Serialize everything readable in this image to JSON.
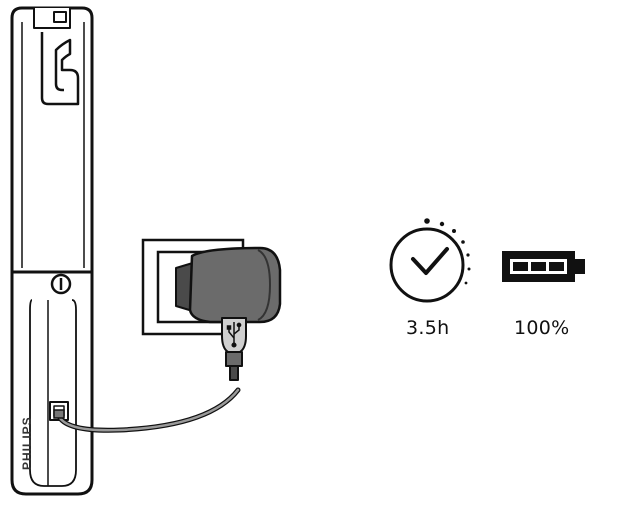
{
  "brand": {
    "text": "PHILIPS"
  },
  "charge_info": {
    "time_label": "3.5h",
    "level_label": "100%",
    "level_fraction": 1.0,
    "battery_cells": 3
  },
  "icons": {
    "device": "flashlight-device-icon",
    "wall_socket": "wall-socket-icon",
    "adapter": "usb-power-adapter-icon",
    "usb": "usb-symbol-icon",
    "clock": "clock-timer-icon",
    "battery": "battery-full-icon"
  },
  "colors": {
    "line": "#111111",
    "device_body": "#ffffff",
    "adapter_body": "#6b6b6b",
    "adapter_dark": "#4a4a4a",
    "battery_fill": "#111111"
  }
}
